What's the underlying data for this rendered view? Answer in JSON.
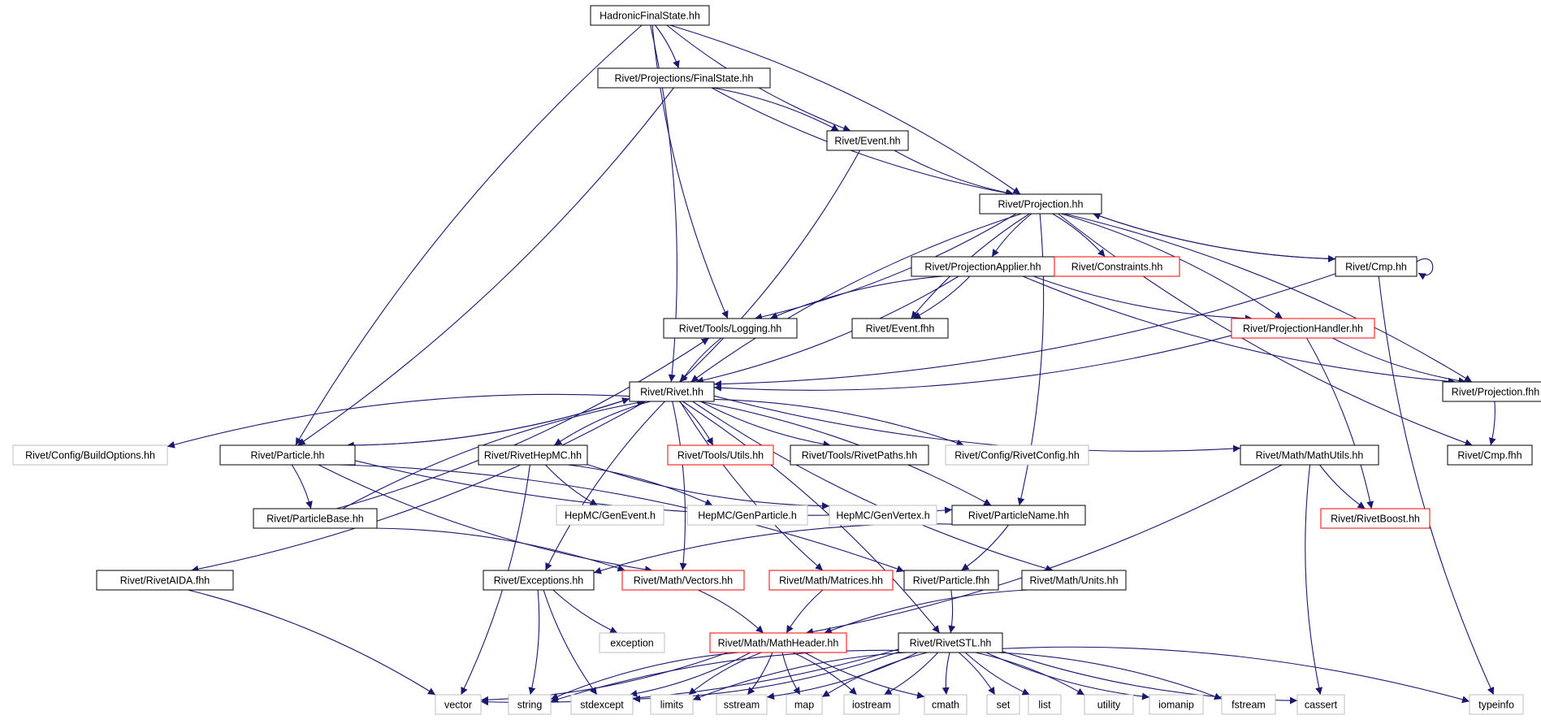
{
  "diagram": {
    "title": "",
    "nodes": [
      {
        "id": "n_root",
        "label": "HadronicFinalState.hh",
        "kind": "root"
      },
      {
        "id": "n_fs",
        "label": "Rivet/Projections/FinalState.hh",
        "kind": "normal"
      },
      {
        "id": "n_event",
        "label": "Rivet/Event.hh",
        "kind": "normal"
      },
      {
        "id": "n_proj",
        "label": "Rivet/Projection.hh",
        "kind": "normal"
      },
      {
        "id": "n_papp",
        "label": "Rivet/ProjectionApplier.hh",
        "kind": "normal"
      },
      {
        "id": "n_constr",
        "label": "Rivet/Constraints.hh",
        "kind": "truncated"
      },
      {
        "id": "n_cmp",
        "label": "Rivet/Cmp.hh",
        "kind": "normal"
      },
      {
        "id": "n_logging",
        "label": "Rivet/Tools/Logging.hh",
        "kind": "normal"
      },
      {
        "id": "n_eventfhh",
        "label": "Rivet/Event.fhh",
        "kind": "normal"
      },
      {
        "id": "n_phandler",
        "label": "Rivet/ProjectionHandler.hh",
        "kind": "truncated"
      },
      {
        "id": "n_rivet",
        "label": "Rivet/Rivet.hh",
        "kind": "normal"
      },
      {
        "id": "n_projfhh",
        "label": "Rivet/Projection.fhh",
        "kind": "normal"
      },
      {
        "id": "n_buildopt",
        "label": "Rivet/Config/BuildOptions.hh",
        "kind": "external"
      },
      {
        "id": "n_particle",
        "label": "Rivet/Particle.hh",
        "kind": "normal"
      },
      {
        "id": "n_hepmc",
        "label": "Rivet/RivetHepMC.hh",
        "kind": "normal"
      },
      {
        "id": "n_utils",
        "label": "Rivet/Tools/Utils.hh",
        "kind": "truncated"
      },
      {
        "id": "n_rpaths",
        "label": "Rivet/Tools/RivetPaths.hh",
        "kind": "normal"
      },
      {
        "id": "n_rconfig",
        "label": "Rivet/Config/RivetConfig.hh",
        "kind": "external"
      },
      {
        "id": "n_mathutils",
        "label": "Rivet/Math/MathUtils.hh",
        "kind": "normal"
      },
      {
        "id": "n_cmpfhh",
        "label": "Rivet/Cmp.fhh",
        "kind": "normal"
      },
      {
        "id": "n_pbase",
        "label": "Rivet/ParticleBase.hh",
        "kind": "normal"
      },
      {
        "id": "n_genevent",
        "label": "HepMC/GenEvent.h",
        "kind": "external"
      },
      {
        "id": "n_genparticle",
        "label": "HepMC/GenParticle.h",
        "kind": "external"
      },
      {
        "id": "n_genvertex",
        "label": "HepMC/GenVertex.h",
        "kind": "external"
      },
      {
        "id": "n_pname",
        "label": "Rivet/ParticleName.hh",
        "kind": "normal"
      },
      {
        "id": "n_rboost",
        "label": "Rivet/RivetBoost.hh",
        "kind": "truncated"
      },
      {
        "id": "n_aida",
        "label": "Rivet/RivetAIDA.fhh",
        "kind": "normal"
      },
      {
        "id": "n_exceptions",
        "label": "Rivet/Exceptions.hh",
        "kind": "normal"
      },
      {
        "id": "n_vectors",
        "label": "Rivet/Math/Vectors.hh",
        "kind": "truncated"
      },
      {
        "id": "n_matrices",
        "label": "Rivet/Math/Matrices.hh",
        "kind": "truncated"
      },
      {
        "id": "n_particlefhh",
        "label": "Rivet/Particle.fhh",
        "kind": "normal"
      },
      {
        "id": "n_units",
        "label": "Rivet/Math/Units.hh",
        "kind": "normal"
      },
      {
        "id": "n_exception",
        "label": "exception",
        "kind": "external"
      },
      {
        "id": "n_mathheader",
        "label": "Rivet/Math/MathHeader.hh",
        "kind": "truncated"
      },
      {
        "id": "n_stl",
        "label": "Rivet/RivetSTL.hh",
        "kind": "normal"
      },
      {
        "id": "n_vector",
        "label": "vector",
        "kind": "external"
      },
      {
        "id": "n_string",
        "label": "string",
        "kind": "external"
      },
      {
        "id": "n_stdexcept",
        "label": "stdexcept",
        "kind": "external"
      },
      {
        "id": "n_limits",
        "label": "limits",
        "kind": "external"
      },
      {
        "id": "n_sstream",
        "label": "sstream",
        "kind": "external"
      },
      {
        "id": "n_map",
        "label": "map",
        "kind": "external"
      },
      {
        "id": "n_iostream",
        "label": "iostream",
        "kind": "external"
      },
      {
        "id": "n_cmath",
        "label": "cmath",
        "kind": "external"
      },
      {
        "id": "n_set",
        "label": "set",
        "kind": "external"
      },
      {
        "id": "n_list",
        "label": "list",
        "kind": "external"
      },
      {
        "id": "n_utility",
        "label": "utility",
        "kind": "external"
      },
      {
        "id": "n_iomanip",
        "label": "iomanip",
        "kind": "external"
      },
      {
        "id": "n_fstream",
        "label": "fstream",
        "kind": "external"
      },
      {
        "id": "n_cassert",
        "label": "cassert",
        "kind": "external"
      },
      {
        "id": "n_typeinfo",
        "label": "typeinfo",
        "kind": "external"
      }
    ],
    "edges": [
      [
        "n_root",
        "n_fs"
      ],
      [
        "n_root",
        "n_event"
      ],
      [
        "n_root",
        "n_proj"
      ],
      [
        "n_root",
        "n_logging"
      ],
      [
        "n_root",
        "n_rivet"
      ],
      [
        "n_root",
        "n_particle"
      ],
      [
        "n_fs",
        "n_event"
      ],
      [
        "n_fs",
        "n_proj"
      ],
      [
        "n_fs",
        "n_particle"
      ],
      [
        "n_event",
        "n_proj"
      ],
      [
        "n_event",
        "n_rivet"
      ],
      [
        "n_proj",
        "n_papp"
      ],
      [
        "n_proj",
        "n_constr"
      ],
      [
        "n_proj",
        "n_cmp"
      ],
      [
        "n_proj",
        "n_logging"
      ],
      [
        "n_proj",
        "n_eventfhh"
      ],
      [
        "n_proj",
        "n_phandler"
      ],
      [
        "n_proj",
        "n_rivet"
      ],
      [
        "n_proj",
        "n_projfhh"
      ],
      [
        "n_proj",
        "n_cmpfhh"
      ],
      [
        "n_proj",
        "n_pname"
      ],
      [
        "n_papp",
        "n_logging"
      ],
      [
        "n_papp",
        "n_eventfhh"
      ],
      [
        "n_papp",
        "n_phandler"
      ],
      [
        "n_papp",
        "n_rivet"
      ],
      [
        "n_papp",
        "n_projfhh"
      ],
      [
        "n_cmp",
        "n_proj"
      ],
      [
        "n_cmp",
        "n_cmp"
      ],
      [
        "n_cmp",
        "n_rivet"
      ],
      [
        "n_cmp",
        "n_typeinfo"
      ],
      [
        "n_phandler",
        "n_rivet"
      ],
      [
        "n_phandler",
        "n_projfhh"
      ],
      [
        "n_phandler",
        "n_rboost"
      ],
      [
        "n_logging",
        "n_rivet"
      ],
      [
        "n_projfhh",
        "n_cmpfhh"
      ],
      [
        "n_rivet",
        "n_buildopt"
      ],
      [
        "n_rivet",
        "n_particle"
      ],
      [
        "n_rivet",
        "n_hepmc"
      ],
      [
        "n_rivet",
        "n_utils"
      ],
      [
        "n_rivet",
        "n_rpaths"
      ],
      [
        "n_rivet",
        "n_rconfig"
      ],
      [
        "n_rivet",
        "n_mathutils"
      ],
      [
        "n_rivet",
        "n_aida"
      ],
      [
        "n_rivet",
        "n_exceptions"
      ],
      [
        "n_rivet",
        "n_vectors"
      ],
      [
        "n_rivet",
        "n_matrices"
      ],
      [
        "n_rivet",
        "n_pname"
      ],
      [
        "n_rivet",
        "n_units"
      ],
      [
        "n_rivet",
        "n_stl"
      ],
      [
        "n_particle",
        "n_rivet"
      ],
      [
        "n_particle",
        "n_pbase"
      ],
      [
        "n_particle",
        "n_vectors"
      ],
      [
        "n_particle",
        "n_particlefhh"
      ],
      [
        "n_particle",
        "n_pname"
      ],
      [
        "n_pbase",
        "n_rivet"
      ],
      [
        "n_pbase",
        "n_logging"
      ],
      [
        "n_pbase",
        "n_vectors"
      ],
      [
        "n_hepmc",
        "n_genevent"
      ],
      [
        "n_hepmc",
        "n_genparticle"
      ],
      [
        "n_hepmc",
        "n_genvertex"
      ],
      [
        "n_hepmc",
        "n_vector"
      ],
      [
        "n_mathutils",
        "n_rboost"
      ],
      [
        "n_mathutils",
        "n_mathheader"
      ],
      [
        "n_mathutils",
        "n_cassert"
      ],
      [
        "n_pname",
        "n_particlefhh"
      ],
      [
        "n_pname",
        "n_exceptions"
      ],
      [
        "n_aida",
        "n_vector"
      ],
      [
        "n_exceptions",
        "n_exception"
      ],
      [
        "n_exceptions",
        "n_string"
      ],
      [
        "n_exceptions",
        "n_stdexcept"
      ],
      [
        "n_vectors",
        "n_mathheader"
      ],
      [
        "n_matrices",
        "n_mathheader"
      ],
      [
        "n_particlefhh",
        "n_stl"
      ],
      [
        "n_units",
        "n_mathheader"
      ],
      [
        "n_mathheader",
        "n_vector"
      ],
      [
        "n_mathheader",
        "n_string"
      ],
      [
        "n_mathheader",
        "n_stdexcept"
      ],
      [
        "n_mathheader",
        "n_limits"
      ],
      [
        "n_mathheader",
        "n_sstream"
      ],
      [
        "n_mathheader",
        "n_map"
      ],
      [
        "n_mathheader",
        "n_iostream"
      ],
      [
        "n_mathheader",
        "n_cmath"
      ],
      [
        "n_stl",
        "n_vector"
      ],
      [
        "n_stl",
        "n_string"
      ],
      [
        "n_stl",
        "n_stdexcept"
      ],
      [
        "n_stl",
        "n_limits"
      ],
      [
        "n_stl",
        "n_sstream"
      ],
      [
        "n_stl",
        "n_map"
      ],
      [
        "n_stl",
        "n_iostream"
      ],
      [
        "n_stl",
        "n_cmath"
      ],
      [
        "n_stl",
        "n_set"
      ],
      [
        "n_stl",
        "n_list"
      ],
      [
        "n_stl",
        "n_utility"
      ],
      [
        "n_stl",
        "n_iomanip"
      ],
      [
        "n_stl",
        "n_fstream"
      ],
      [
        "n_stl",
        "n_cassert"
      ],
      [
        "n_stl",
        "n_typeinfo"
      ]
    ],
    "style": {
      "edge_color": "#191970",
      "root_fill": "#bfbfbf",
      "normal_border": "#000000",
      "truncated_border": "#ff0000",
      "external_border": "#bfbfbf",
      "label_color": "#000000",
      "background": "#ffffff"
    }
  }
}
